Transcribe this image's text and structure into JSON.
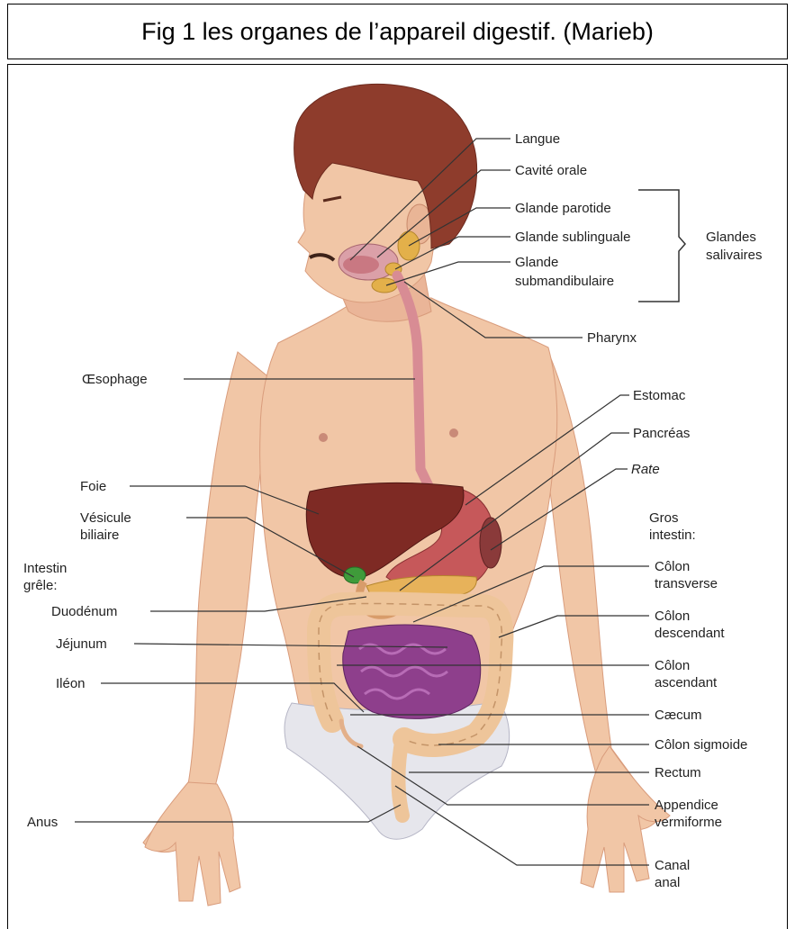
{
  "caption": "Fig 1 les organes de l’appareil digestif. (Marieb)",
  "labels": {
    "langue": "Langue",
    "cavite_orale": "Cavité orale",
    "glande_parotide": "Glande parotide",
    "glande_sublinguale": "Glande sublinguale",
    "glande_submandibulaire_1": "Glande",
    "glande_submandibulaire_2": "submandibulaire",
    "glandes_salivaires_1": "Glandes",
    "glandes_salivaires_2": "salivaires",
    "pharynx": "Pharynx",
    "oesophage": "Œsophage",
    "estomac": "Estomac",
    "pancreas": "Pancréas",
    "rate": "Rate",
    "foie": "Foie",
    "vesicule_1": "Vésicule",
    "vesicule_2": "biliaire",
    "gros_intestin_1": "Gros",
    "gros_intestin_2": "intestin:",
    "intestin_grele_1": "Intestin",
    "intestin_grele_2": "grêle:",
    "colon_transverse_1": "Côlon",
    "colon_transverse_2": "transverse",
    "duodenum": "Duodénum",
    "colon_descendant_1": "Côlon",
    "colon_descendant_2": "descendant",
    "jejunum": "Jéjunum",
    "colon_ascendant_1": "Côlon",
    "colon_ascendant_2": "ascendant",
    "ileon": "Iléon",
    "caecum": "Cæcum",
    "colon_sigmoide": "Côlon sigmoide",
    "rectum": "Rectum",
    "appendice_1": "Appendice",
    "appendice_2": "vermiforme",
    "anus": "Anus",
    "canal_anal_1": "Canal",
    "canal_anal_2": "anal"
  },
  "colors": {
    "skin": "#f1c6a6",
    "skin_shadow": "#e3a888",
    "hair": "#8e3c2c",
    "liver": "#7e2a24",
    "stomach": "#c6585a",
    "esophagus": "#d88c94",
    "small_intestine": "#8e3f8c",
    "large_intestine": "#eec59a",
    "gallbladder": "#3f9b3a",
    "glands": "#e3b04a",
    "briefs": "#e6e6ec",
    "leader_line": "#333333"
  }
}
